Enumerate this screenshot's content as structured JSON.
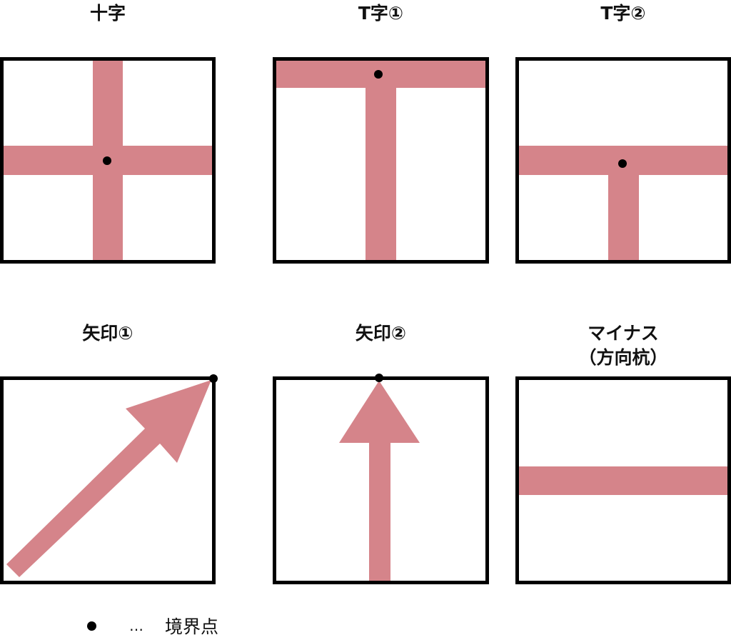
{
  "colors": {
    "band": "#D5848A",
    "border": "#000000",
    "point": "#000000",
    "background": "#FFFFFF"
  },
  "panels": [
    {
      "id": "cross",
      "title": "十字",
      "shape": "cross"
    },
    {
      "id": "t1",
      "title": "T字①",
      "shape": "t-top"
    },
    {
      "id": "t2",
      "title": "T字②",
      "shape": "t-middle"
    },
    {
      "id": "arrow1",
      "title": "矢印①",
      "shape": "diagonal-arrow"
    },
    {
      "id": "arrow2",
      "title": "矢印②",
      "shape": "vertical-arrow"
    },
    {
      "id": "minus",
      "title": "マイナス",
      "subtitle": "（方向杭）",
      "shape": "horizontal-bar"
    }
  ],
  "legend": {
    "marker": "boundary-point-dot",
    "ellipsis": "…",
    "label": "境界点"
  }
}
